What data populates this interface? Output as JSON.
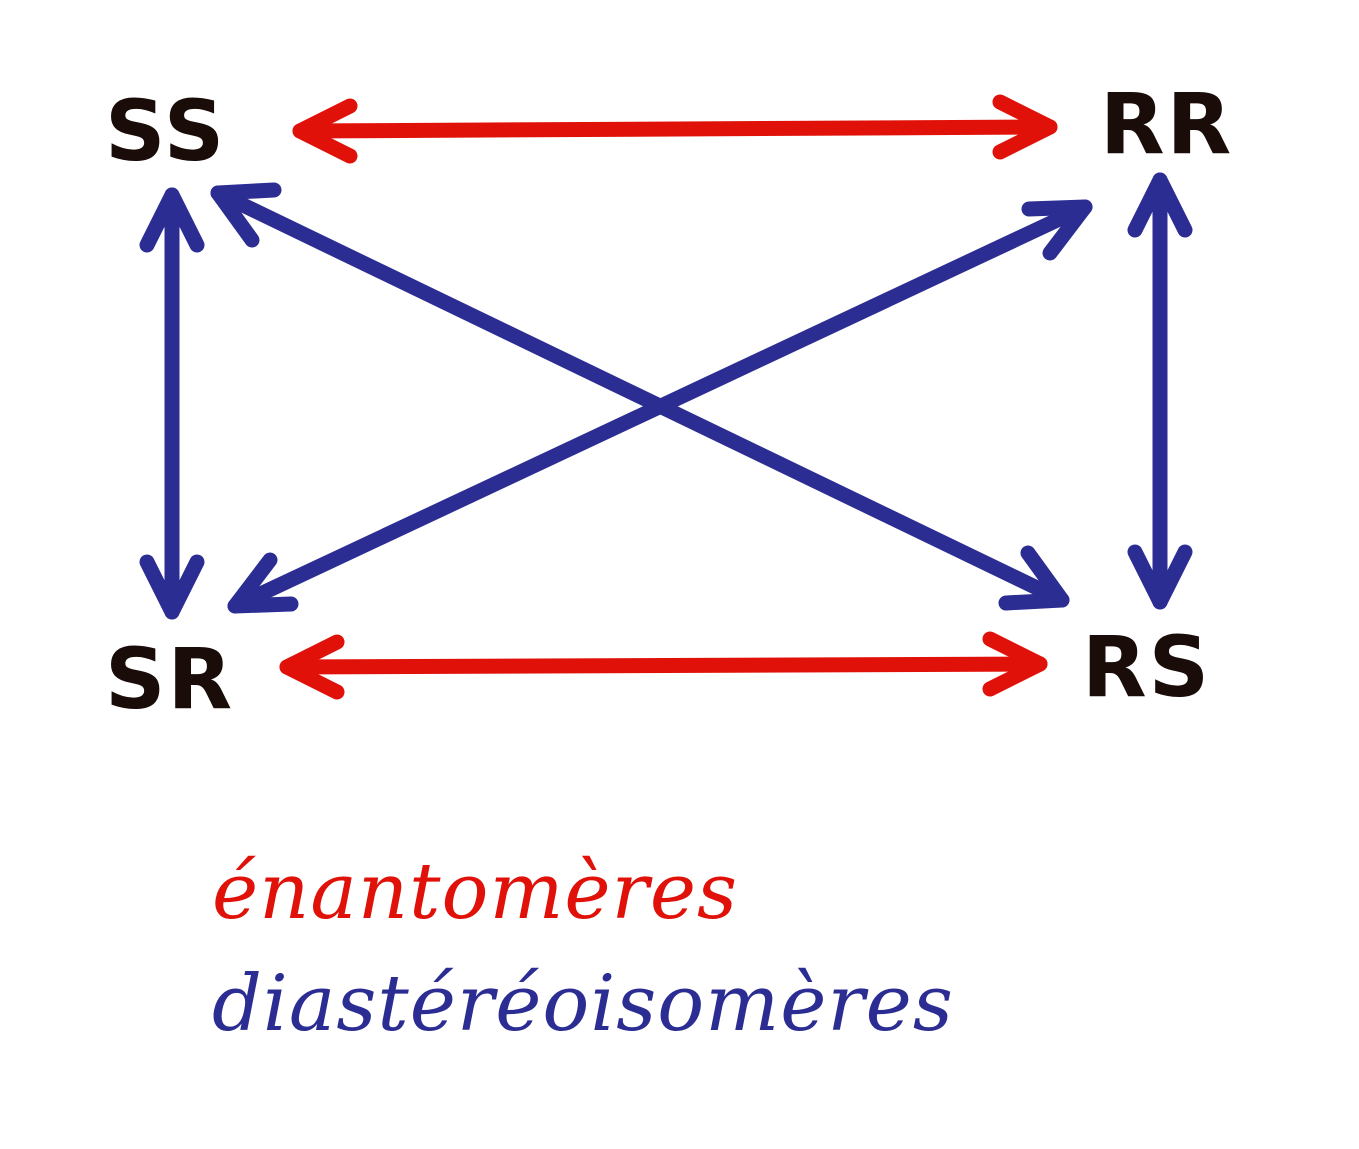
{
  "nodes": {
    "ss": "SS",
    "rr": "RR",
    "sr": "SR",
    "rs": "RS"
  },
  "legend": {
    "enantiomers": "énantomères",
    "diastereomers": "diastéréoisomères"
  },
  "colors": {
    "node_text": "#1a0c08",
    "enantiomer": "#e01109",
    "diastereomer": "#2c2d93"
  },
  "edges": [
    {
      "from": "SS",
      "to": "RR",
      "relation": "enantiomers"
    },
    {
      "from": "SR",
      "to": "RS",
      "relation": "enantiomers"
    },
    {
      "from": "SS",
      "to": "SR",
      "relation": "diastereomers"
    },
    {
      "from": "RR",
      "to": "RS",
      "relation": "diastereomers"
    },
    {
      "from": "SS",
      "to": "RS",
      "relation": "diastereomers"
    },
    {
      "from": "RR",
      "to": "SR",
      "relation": "diastereomers"
    }
  ]
}
